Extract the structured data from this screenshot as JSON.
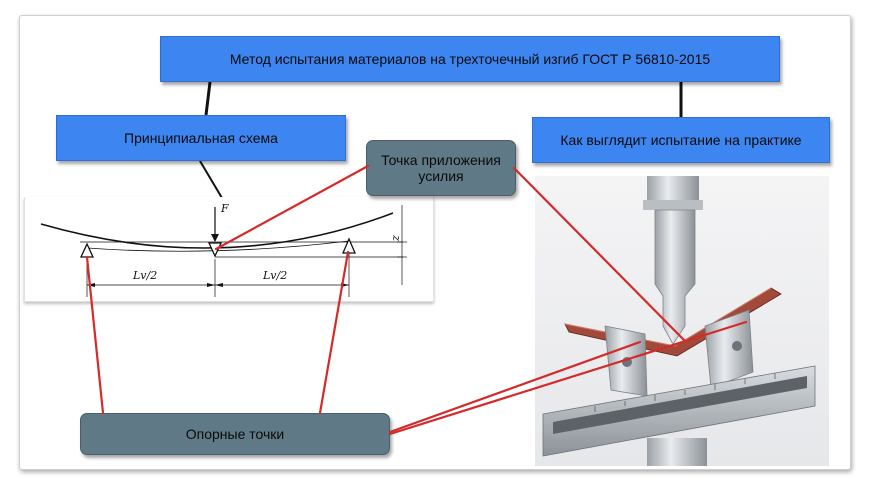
{
  "title": "Метод испытания материалов на трехточечный изгиб ГОСТ Р 56810-2015",
  "scheme_label": "Принципиальная схема",
  "practice_label": "Как выглядит испытание на практике",
  "force_point_label": "Точка приложения усилия",
  "supports_label": "Опорные точки",
  "diagram_labels": {
    "force": "F",
    "span_left": "Lv/2",
    "span_right": "Lv/2",
    "deflection": "z"
  },
  "colors": {
    "box_blue": "#3d86f2",
    "box_gray": "#5f7a86",
    "pointer_red": "#d42a2a",
    "connector": "#111111"
  }
}
